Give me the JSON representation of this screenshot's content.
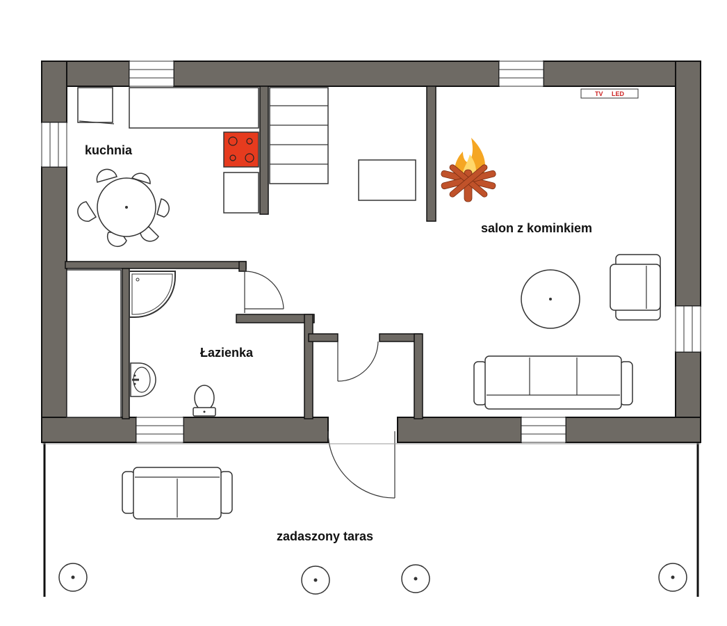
{
  "rooms": {
    "kitchen": "kuchnia",
    "living_room": "salon z kominkiem",
    "bathroom": "Łazienka",
    "terrace": "zadaszony taras"
  },
  "tv_label": {
    "tv": "TV",
    "led": "LED"
  },
  "colors": {
    "wall": "#6e6a64",
    "stove": "#e63b1e",
    "fire": "#f5a623",
    "firewood": "#c0522a",
    "tv_text": "#cc2222"
  },
  "icons": [
    "fireplace-icon",
    "stove-icon",
    "door-icon",
    "window-icon",
    "toilet-icon",
    "sink-icon",
    "shower-icon",
    "sofa-icon",
    "armchair-icon",
    "table-icon",
    "column-icon"
  ]
}
